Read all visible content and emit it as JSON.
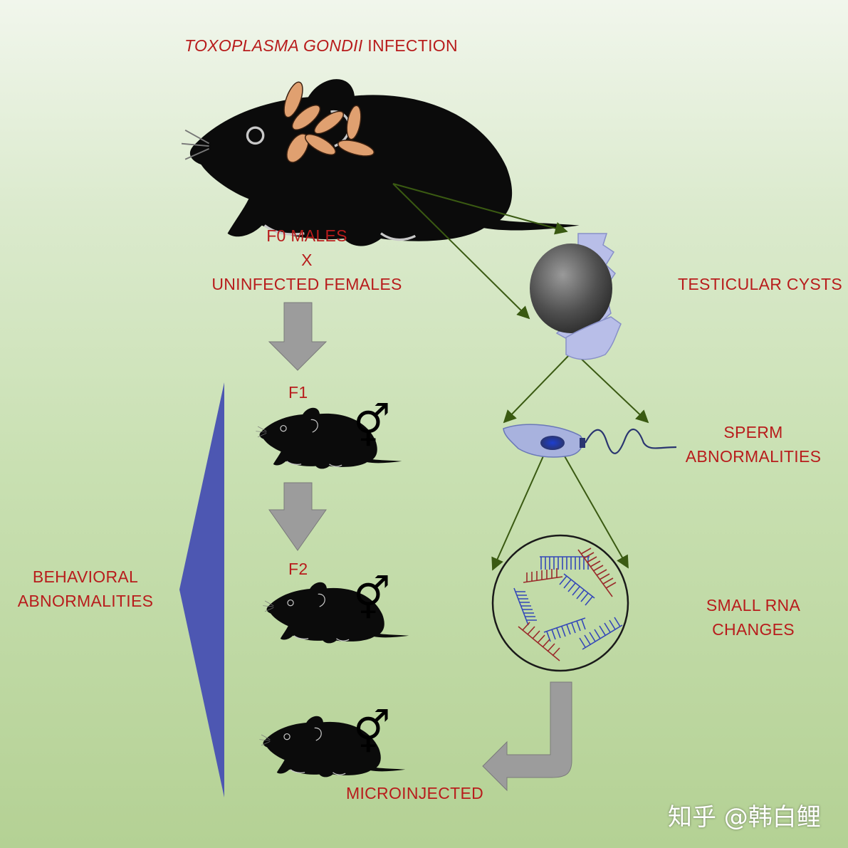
{
  "title": {
    "italic": "TOXOPLASMA GONDII",
    "rest": " INFECTION"
  },
  "cross": {
    "line1": "F0 MALES",
    "line2": "X",
    "line3": "UNINFECTED FEMALES"
  },
  "generations": {
    "f1": "F1",
    "f2": "F2",
    "microinjected": "MICROINJECTED"
  },
  "sex_symbol": "⚥",
  "right_labels": {
    "cysts": "TESTICULAR CYSTS",
    "sperm_line1": "SPERM",
    "sperm_line2": "ABNORMALITIES",
    "rna_line1": "SMALL RNA",
    "rna_line2": "CHANGES"
  },
  "left_label": {
    "line1": "BEHAVIORAL",
    "line2": "ABNORMALITIES"
  },
  "watermark": "知乎 @韩白鲤",
  "colors": {
    "label_red": "#b81c1c",
    "arrow_gray": "#9c9c9c",
    "connector_green": "#3a5a12",
    "wedge_blue": "#4d57b2",
    "parasite_orange": "#e0a070",
    "mouse_black": "#0b0b0b",
    "rna_blue": "#3448b8",
    "rna_red": "#9a2b2b"
  }
}
